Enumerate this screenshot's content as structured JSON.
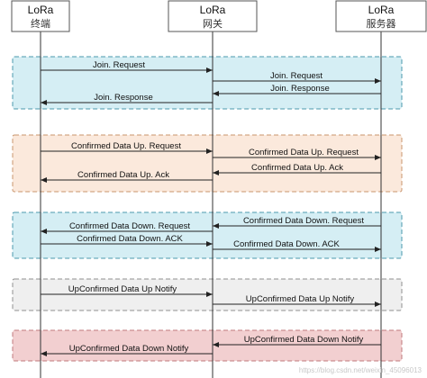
{
  "participants": [
    {
      "id": "terminal",
      "name": "LoRa",
      "sub": "终端"
    },
    {
      "id": "gateway",
      "name": "LoRa",
      "sub": "网关"
    },
    {
      "id": "server",
      "name": "LoRa",
      "sub": "服务器"
    }
  ],
  "groups": [
    {
      "id": "join",
      "fill": "#d5eef4",
      "border": "#4a98ad"
    },
    {
      "id": "confirmed-up",
      "fill": "#fbe9dc",
      "border": "#c9956d"
    },
    {
      "id": "confirmed-down",
      "fill": "#d5eef4",
      "border": "#4a98ad"
    },
    {
      "id": "upconfirmed-up",
      "fill": "#efefef",
      "border": "#8f8f8f"
    },
    {
      "id": "upconfirmed-down",
      "fill": "#f2cfd0",
      "border": "#c07a7c"
    }
  ],
  "messages": [
    {
      "from": "terminal",
      "to": "gateway",
      "label": "Join. Request",
      "group": 0
    },
    {
      "from": "gateway",
      "to": "server",
      "label": "Join. Request",
      "group": 0
    },
    {
      "from": "server",
      "to": "gateway",
      "label": "Join. Response",
      "group": 0
    },
    {
      "from": "gateway",
      "to": "terminal",
      "label": "Join. Response",
      "group": 0
    },
    {
      "from": "terminal",
      "to": "gateway",
      "label": "Confirmed Data Up. Request",
      "group": 1
    },
    {
      "from": "gateway",
      "to": "server",
      "label": "Confirmed Data Up. Request",
      "group": 1
    },
    {
      "from": "server",
      "to": "gateway",
      "label": "Confirmed Data Up. Ack",
      "group": 1
    },
    {
      "from": "gateway",
      "to": "terminal",
      "label": "Confirmed Data Up. Ack",
      "group": 1
    },
    {
      "from": "server",
      "to": "gateway",
      "label": "Confirmed Data Down. Request",
      "group": 2
    },
    {
      "from": "gateway",
      "to": "terminal",
      "label": "Confirmed Data Down. Request",
      "group": 2
    },
    {
      "from": "terminal",
      "to": "gateway",
      "label": "Confirmed Data Down. ACK",
      "group": 2
    },
    {
      "from": "gateway",
      "to": "server",
      "label": "Confirmed Data Down. ACK",
      "group": 2
    },
    {
      "from": "terminal",
      "to": "gateway",
      "label": "UpConfirmed Data Up Notify",
      "group": 3
    },
    {
      "from": "gateway",
      "to": "server",
      "label": "UpConfirmed Data Up Notify",
      "group": 3
    },
    {
      "from": "server",
      "to": "gateway",
      "label": "UpConfirmed Data Down Notify",
      "group": 4
    },
    {
      "from": "gateway",
      "to": "terminal",
      "label": "UpConfirmed Data Down Notify",
      "group": 4
    }
  ],
  "watermark": "https://blog.csdn.net/weixin_45096013",
  "colors": {
    "line": "#333333",
    "arrow": "#222222",
    "box_border": "#555555"
  }
}
